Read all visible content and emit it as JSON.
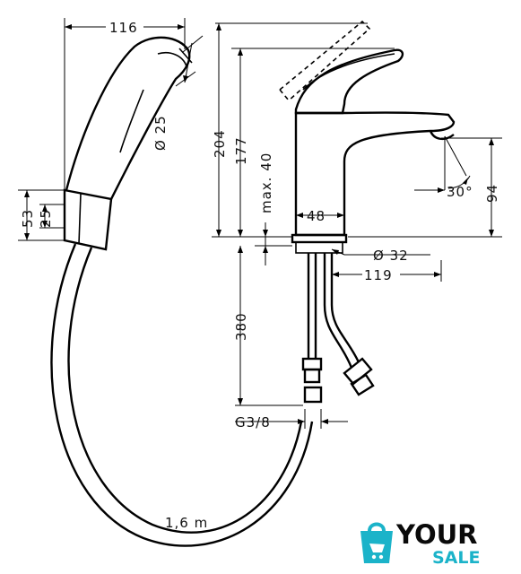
{
  "dimensions": {
    "hand_shower_width": "116",
    "hand_shower_diameter": "Ø 25",
    "holder_height": "53",
    "holder_inner": "25",
    "total_height": "204",
    "spout_height": "177",
    "max_thickness": "max. 40",
    "body_width": "48",
    "base_diameter": "Ø 32",
    "spout_reach": "119",
    "spout_angle": "30°",
    "outlet_height": "94",
    "supply_length": "380",
    "thread": "G3/8",
    "hose_length": "1,6 m"
  },
  "logo": {
    "word_top": "YOUR",
    "word_bottom": "SALE",
    "color_accent": "#1bb3c9",
    "color_dark": "#0a0a0a"
  }
}
